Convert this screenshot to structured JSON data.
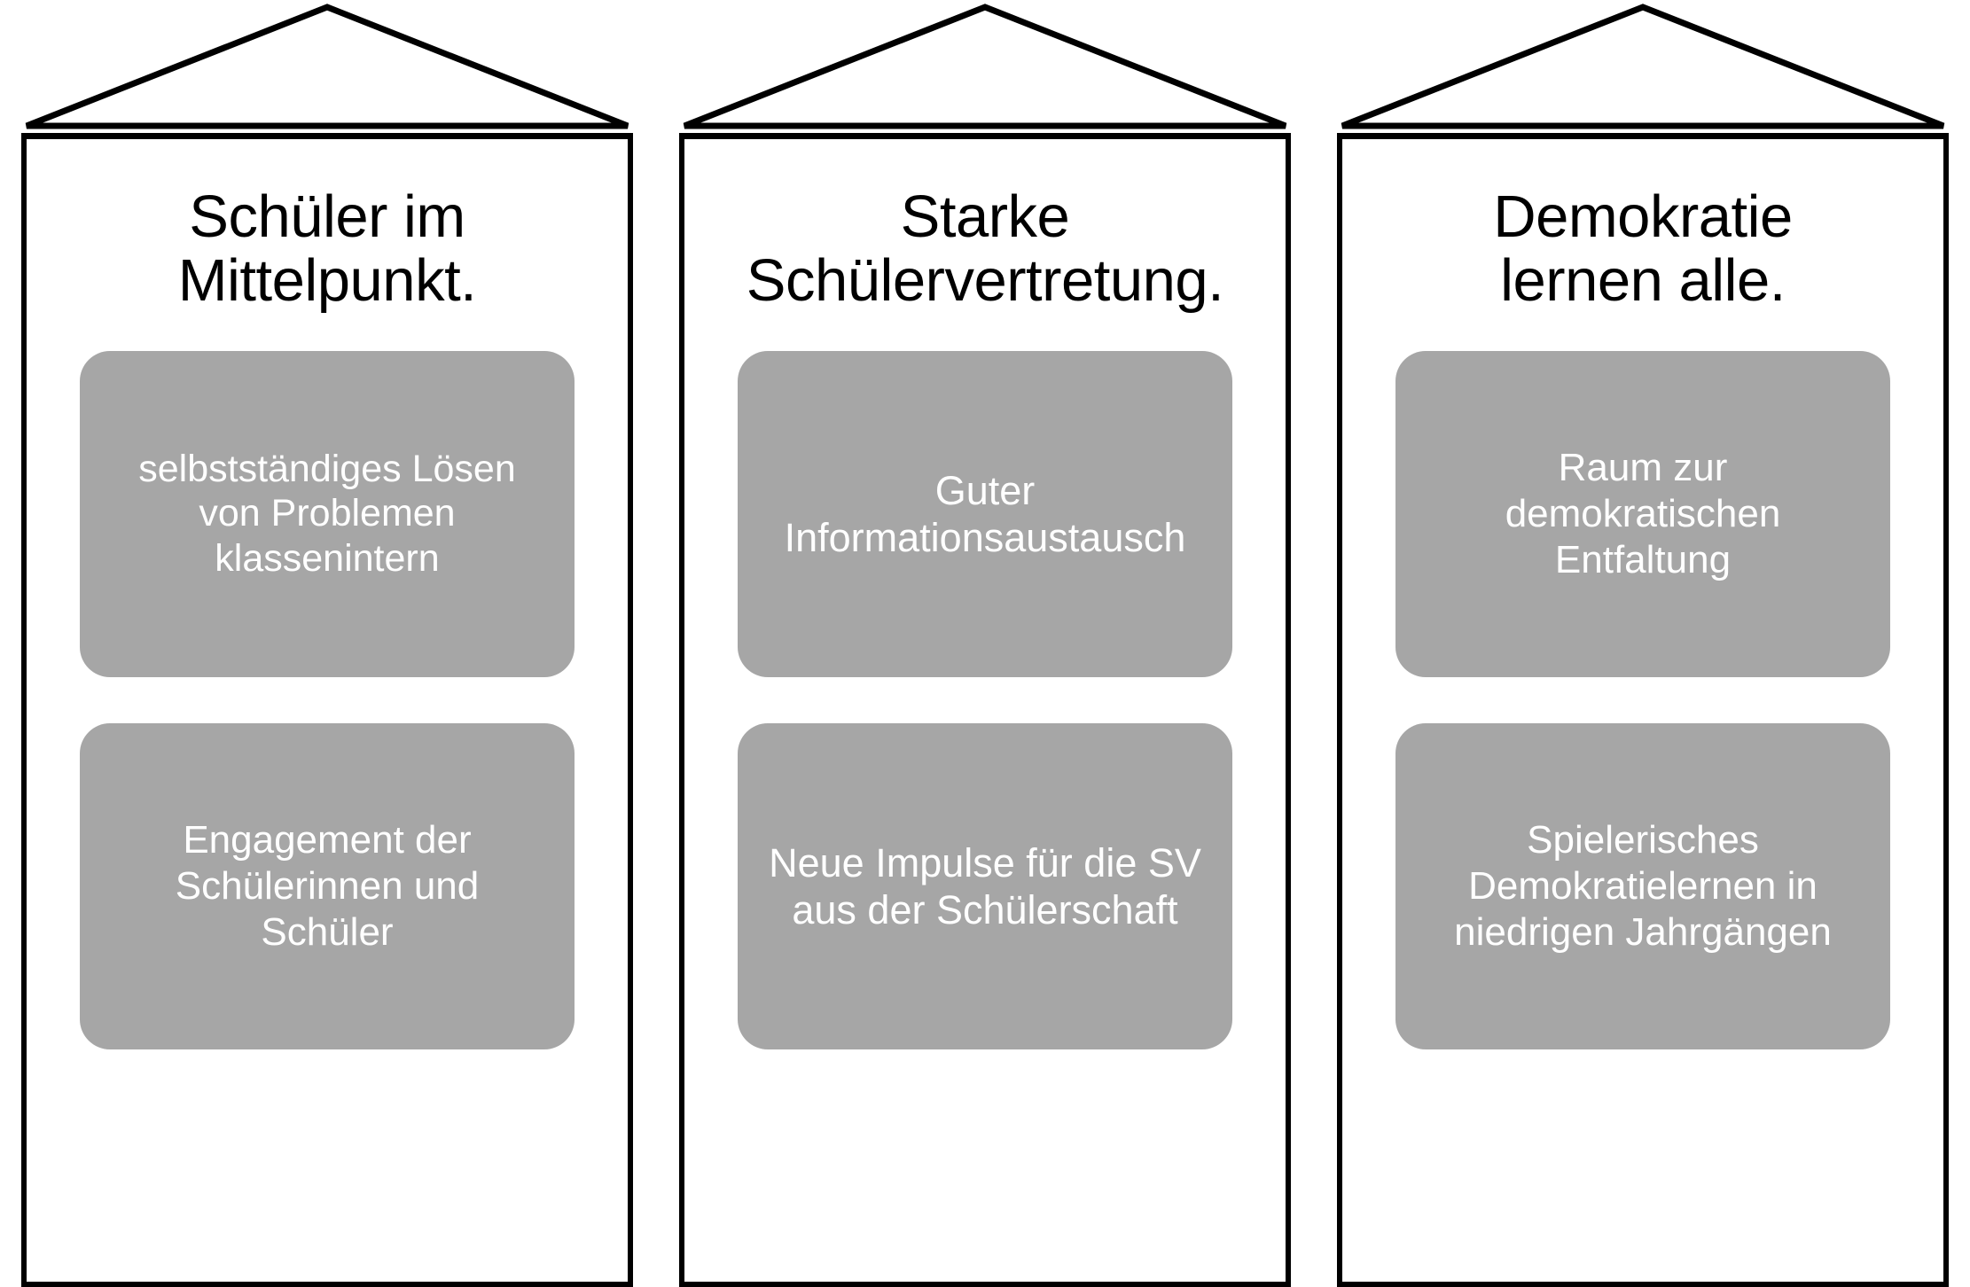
{
  "diagram": {
    "title_text_color": "#000000",
    "card_background": "#a6a6a6",
    "card_text_color": "#ffffff",
    "outline_color": "#000000",
    "background": "#ffffff",
    "pillars": [
      {
        "id": "schueler-im-mittelpunkt",
        "title": "Schüler im\nMittelpunkt.",
        "cards": [
          {
            "text": "selbstständiges Lösen\nvon Problemen\nklassenintern"
          },
          {
            "text": "Engagement der\nSchülerinnen und\nSchüler"
          }
        ]
      },
      {
        "id": "starke-schuelervertretung",
        "title": "Starke\nSchülervertretung.",
        "cards": [
          {
            "text": "Guter\nInformationsaustausch"
          },
          {
            "text": "Neue Impulse für die SV\naus der Schülerschaft"
          }
        ]
      },
      {
        "id": "demokratie-lernen-alle",
        "title": "Demokratie\nlernen alle.",
        "cards": [
          {
            "text": "Raum zur\ndemokratischen\nEntfaltung"
          },
          {
            "text": "Spielerisches\nDemokratielernen in\nniedrigen Jahrgängen"
          }
        ]
      }
    ]
  }
}
